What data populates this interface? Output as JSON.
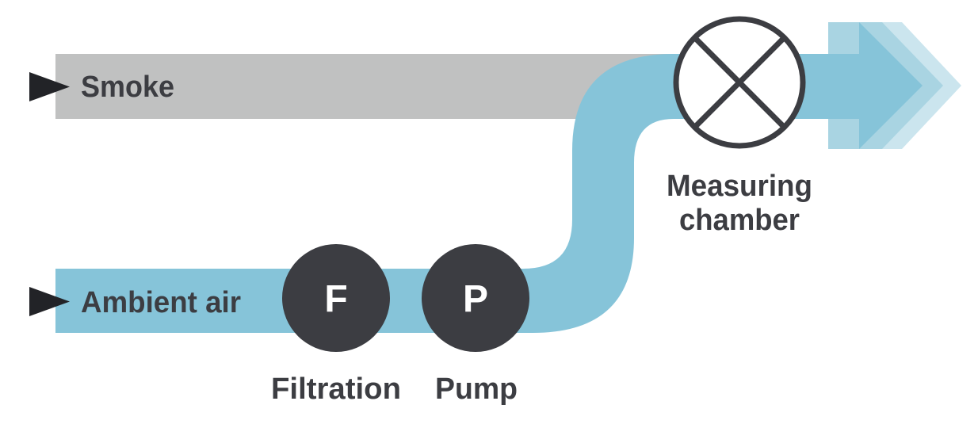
{
  "inputs": {
    "smoke_label": "Smoke",
    "ambient_label": "Ambient air"
  },
  "components": {
    "filter_letter": "F",
    "filter_label": "Filtration",
    "pump_letter": "P",
    "pump_label": "Pump",
    "chamber_label_line1": "Measuring",
    "chamber_label_line2": "chamber"
  },
  "colors": {
    "smoke": "#c0c1c1",
    "air": "#86c4d9",
    "air_light": "#a9d4e2",
    "air_lighter": "#cbe5ee",
    "node": "#3c3d42",
    "text": "#3c3d42"
  },
  "icons": {
    "input_marker": "triangle-arrow-icon",
    "chamber": "circled-x-icon",
    "outflow": "chevron-arrow-icon"
  }
}
